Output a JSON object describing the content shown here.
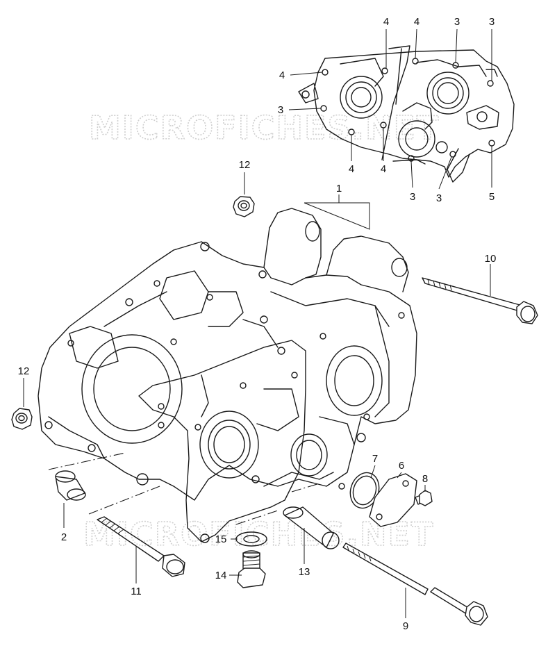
{
  "watermarks": [
    "MICROFICHES.NET",
    "MICROFICHES.NET"
  ],
  "callouts": {
    "top_4a": "4",
    "top_4b": "4",
    "top_3a": "3",
    "top_3b": "3",
    "left_4": "4",
    "left_3": "3",
    "bot_4a": "4",
    "bot_4b": "4",
    "bot_3a": "3",
    "bot_3b": "3",
    "bot_5": "5",
    "p1": "1",
    "p2": "2",
    "p6": "6",
    "p7": "7",
    "p8": "8",
    "p9": "9",
    "p10": "10",
    "p11": "11",
    "p12_top": "12",
    "p12_left": "12",
    "p13": "13",
    "p14": "14",
    "p15": "15"
  }
}
